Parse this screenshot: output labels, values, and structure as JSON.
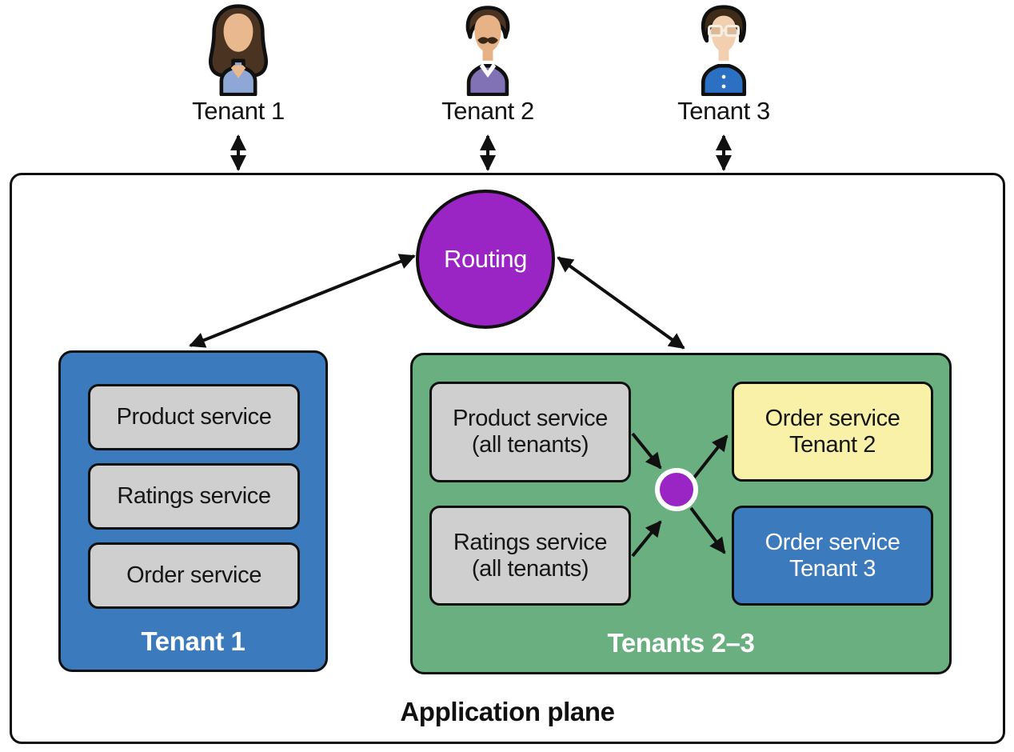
{
  "tenants": [
    {
      "label": "Tenant 1",
      "icon": "woman-avatar-icon"
    },
    {
      "label": "Tenant 2",
      "icon": "man-mustache-avatar-icon"
    },
    {
      "label": "Tenant 3",
      "icon": "man-glasses-avatar-icon"
    }
  ],
  "routing": {
    "label": "Routing"
  },
  "tenant1_group": {
    "label": "Tenant 1",
    "services": [
      "Product service",
      "Ratings service",
      "Order service"
    ]
  },
  "tenants23_group": {
    "label": "Tenants 2–3",
    "shared_services": [
      {
        "name": "Product service",
        "scope": "(all tenants)"
      },
      {
        "name": "Ratings service",
        "scope": "(all tenants)"
      }
    ],
    "tenant_order_services": [
      {
        "name": "Order service",
        "tenant": "Tenant 2"
      },
      {
        "name": "Order service",
        "tenant": "Tenant 3"
      }
    ]
  },
  "application_plane": {
    "label": "Application plane"
  },
  "colors": {
    "purple_node": "#9B24C4",
    "blue_box": "#3B7ABD",
    "green_box": "#6AAF7F",
    "yellow_box": "#F8F1A7",
    "gray_box": "#CFCFCF",
    "outline": "#101010"
  }
}
